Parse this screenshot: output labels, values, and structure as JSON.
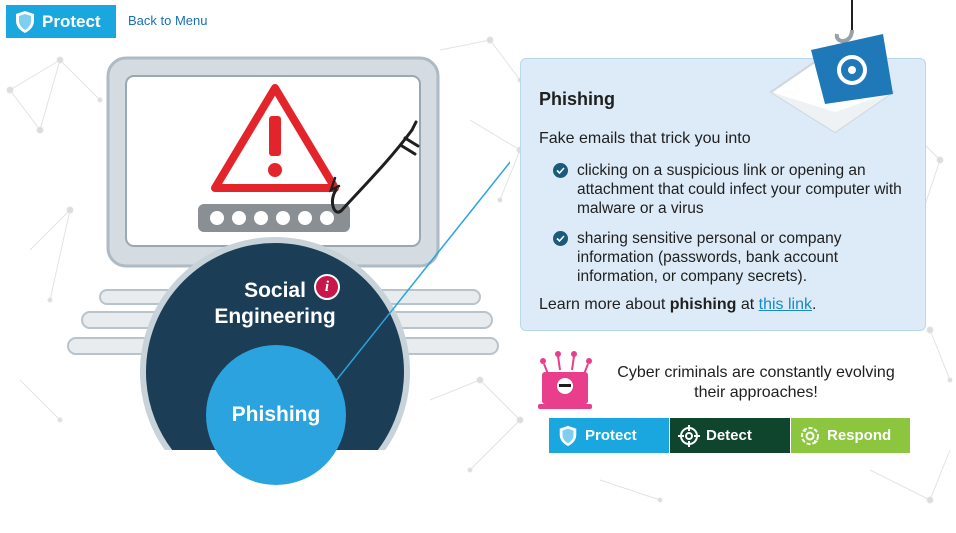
{
  "header": {
    "protect_label": "Protect",
    "back_label": "Back to Menu"
  },
  "illustration": {
    "social_engineering": "Social Engineering",
    "info_glyph": "i",
    "phishing": "Phishing"
  },
  "panel": {
    "title": "Phishing",
    "intro": "Fake emails that trick you into",
    "bullets": [
      "clicking on a suspicious link or opening an attachment that could infect your computer with malware or a virus",
      "sharing sensitive personal or company information (passwords, bank account information, or company secrets)."
    ],
    "learn_prefix": "Learn more about ",
    "learn_bold": "phishing",
    "learn_mid": " at ",
    "learn_link": "this link",
    "learn_suffix": "."
  },
  "note": {
    "text": "Cyber criminals are constantly evolving their approaches!"
  },
  "nav": {
    "protect": "Protect",
    "detect": "Detect",
    "respond": "Respond"
  },
  "icons": [
    "shield-icon",
    "warning-triangle-icon",
    "fish-hook-icon",
    "email-envelope-icon",
    "hacker-laptop-icon",
    "crosshair-icon",
    "gear-recycle-icon",
    "check-icon",
    "info-icon"
  ],
  "colors": {
    "accent": "#1aa7e0",
    "detect": "#10452d",
    "respond": "#8cc63f",
    "dark_circle": "#1b3d55",
    "alert_red": "#e3242b",
    "info_magenta": "#c8174b",
    "hacker_pink": "#e83e8c"
  }
}
